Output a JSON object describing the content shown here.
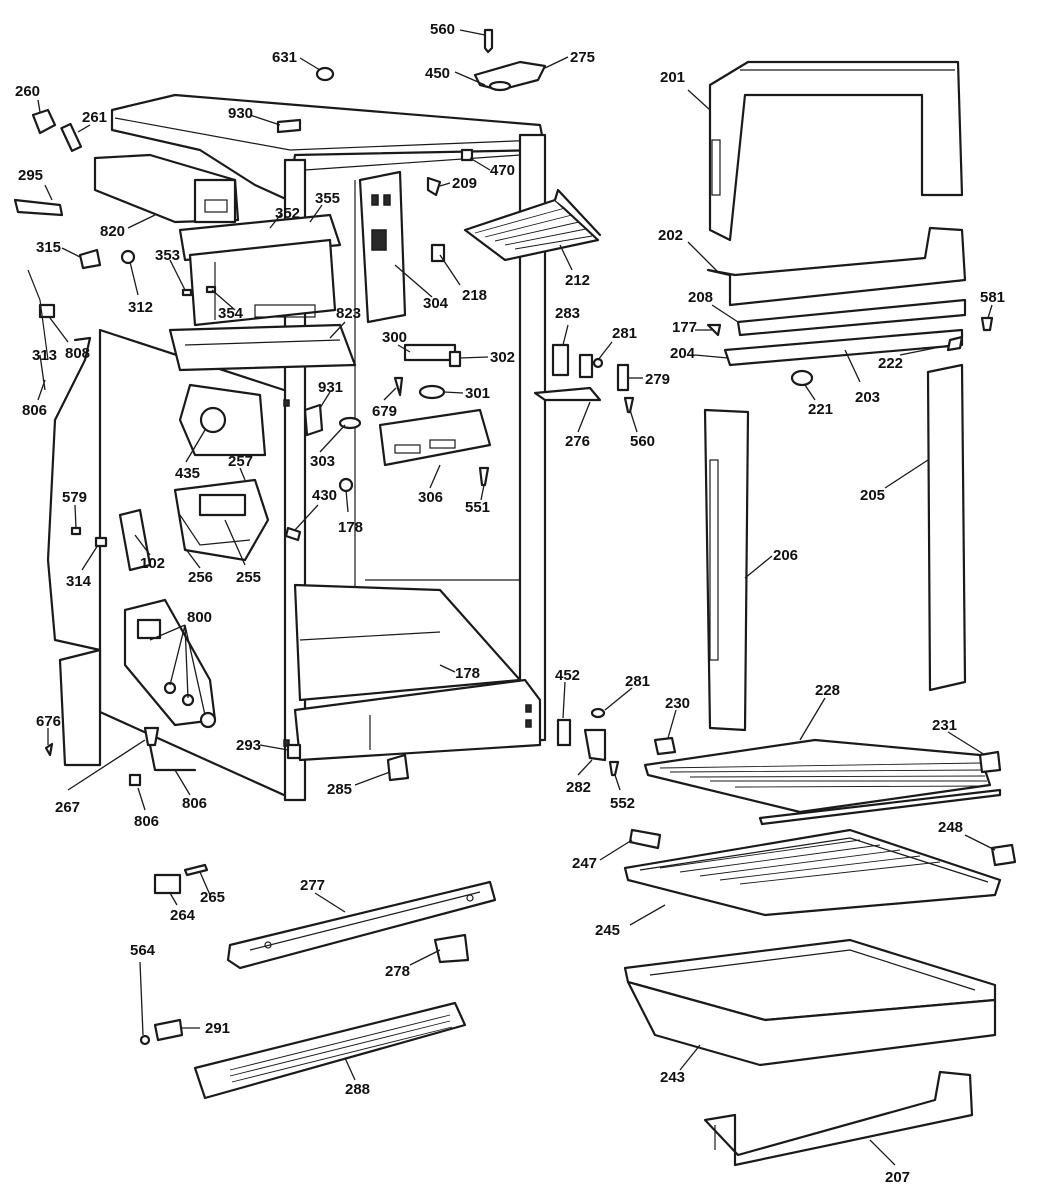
{
  "labels": {
    "p560a": "560",
    "p631": "631",
    "p450": "450",
    "p275": "275",
    "p201": "201",
    "p260": "260",
    "p261": "261",
    "p930": "930",
    "p470": "470",
    "p295": "295",
    "p209": "209",
    "p355": "355",
    "p352": "352",
    "p820": "820",
    "p212": "212",
    "p202": "202",
    "p315": "315",
    "p353": "353",
    "p312": "312",
    "p354": "354",
    "p304": "304",
    "p218": "218",
    "p581": "581",
    "p208": "208",
    "p283": "283",
    "p823": "823",
    "p808": "808",
    "p300": "300",
    "p281a": "281",
    "p177": "177",
    "p204": "204",
    "p222": "222",
    "p313": "313",
    "p302": "302",
    "p279": "279",
    "p203": "203",
    "p221": "221",
    "p931": "931",
    "p301": "301",
    "p806a": "806",
    "p679": "679",
    "p276": "276",
    "p560b": "560",
    "p303": "303",
    "p435": "435",
    "p257": "257",
    "p306": "306",
    "p205": "205",
    "p430": "430",
    "p551": "551",
    "p579": "579",
    "p178a": "178",
    "p206": "206",
    "p102": "102",
    "p256": "256",
    "p255": "255",
    "p314": "314",
    "p800": "800",
    "p178b": "178",
    "p452": "452",
    "p281b": "281",
    "p228": "228",
    "p230": "230",
    "p231": "231",
    "p676": "676",
    "p293": "293",
    "p282": "282",
    "p552": "552",
    "p285": "285",
    "p267": "267",
    "p806b": "806",
    "p806c": "806",
    "p248": "248",
    "p247": "247",
    "p277": "277",
    "p264": "264",
    "p265": "265",
    "p245": "245",
    "p564": "564",
    "p278": "278",
    "p291": "291",
    "p243": "243",
    "p288": "288",
    "p207": "207"
  }
}
